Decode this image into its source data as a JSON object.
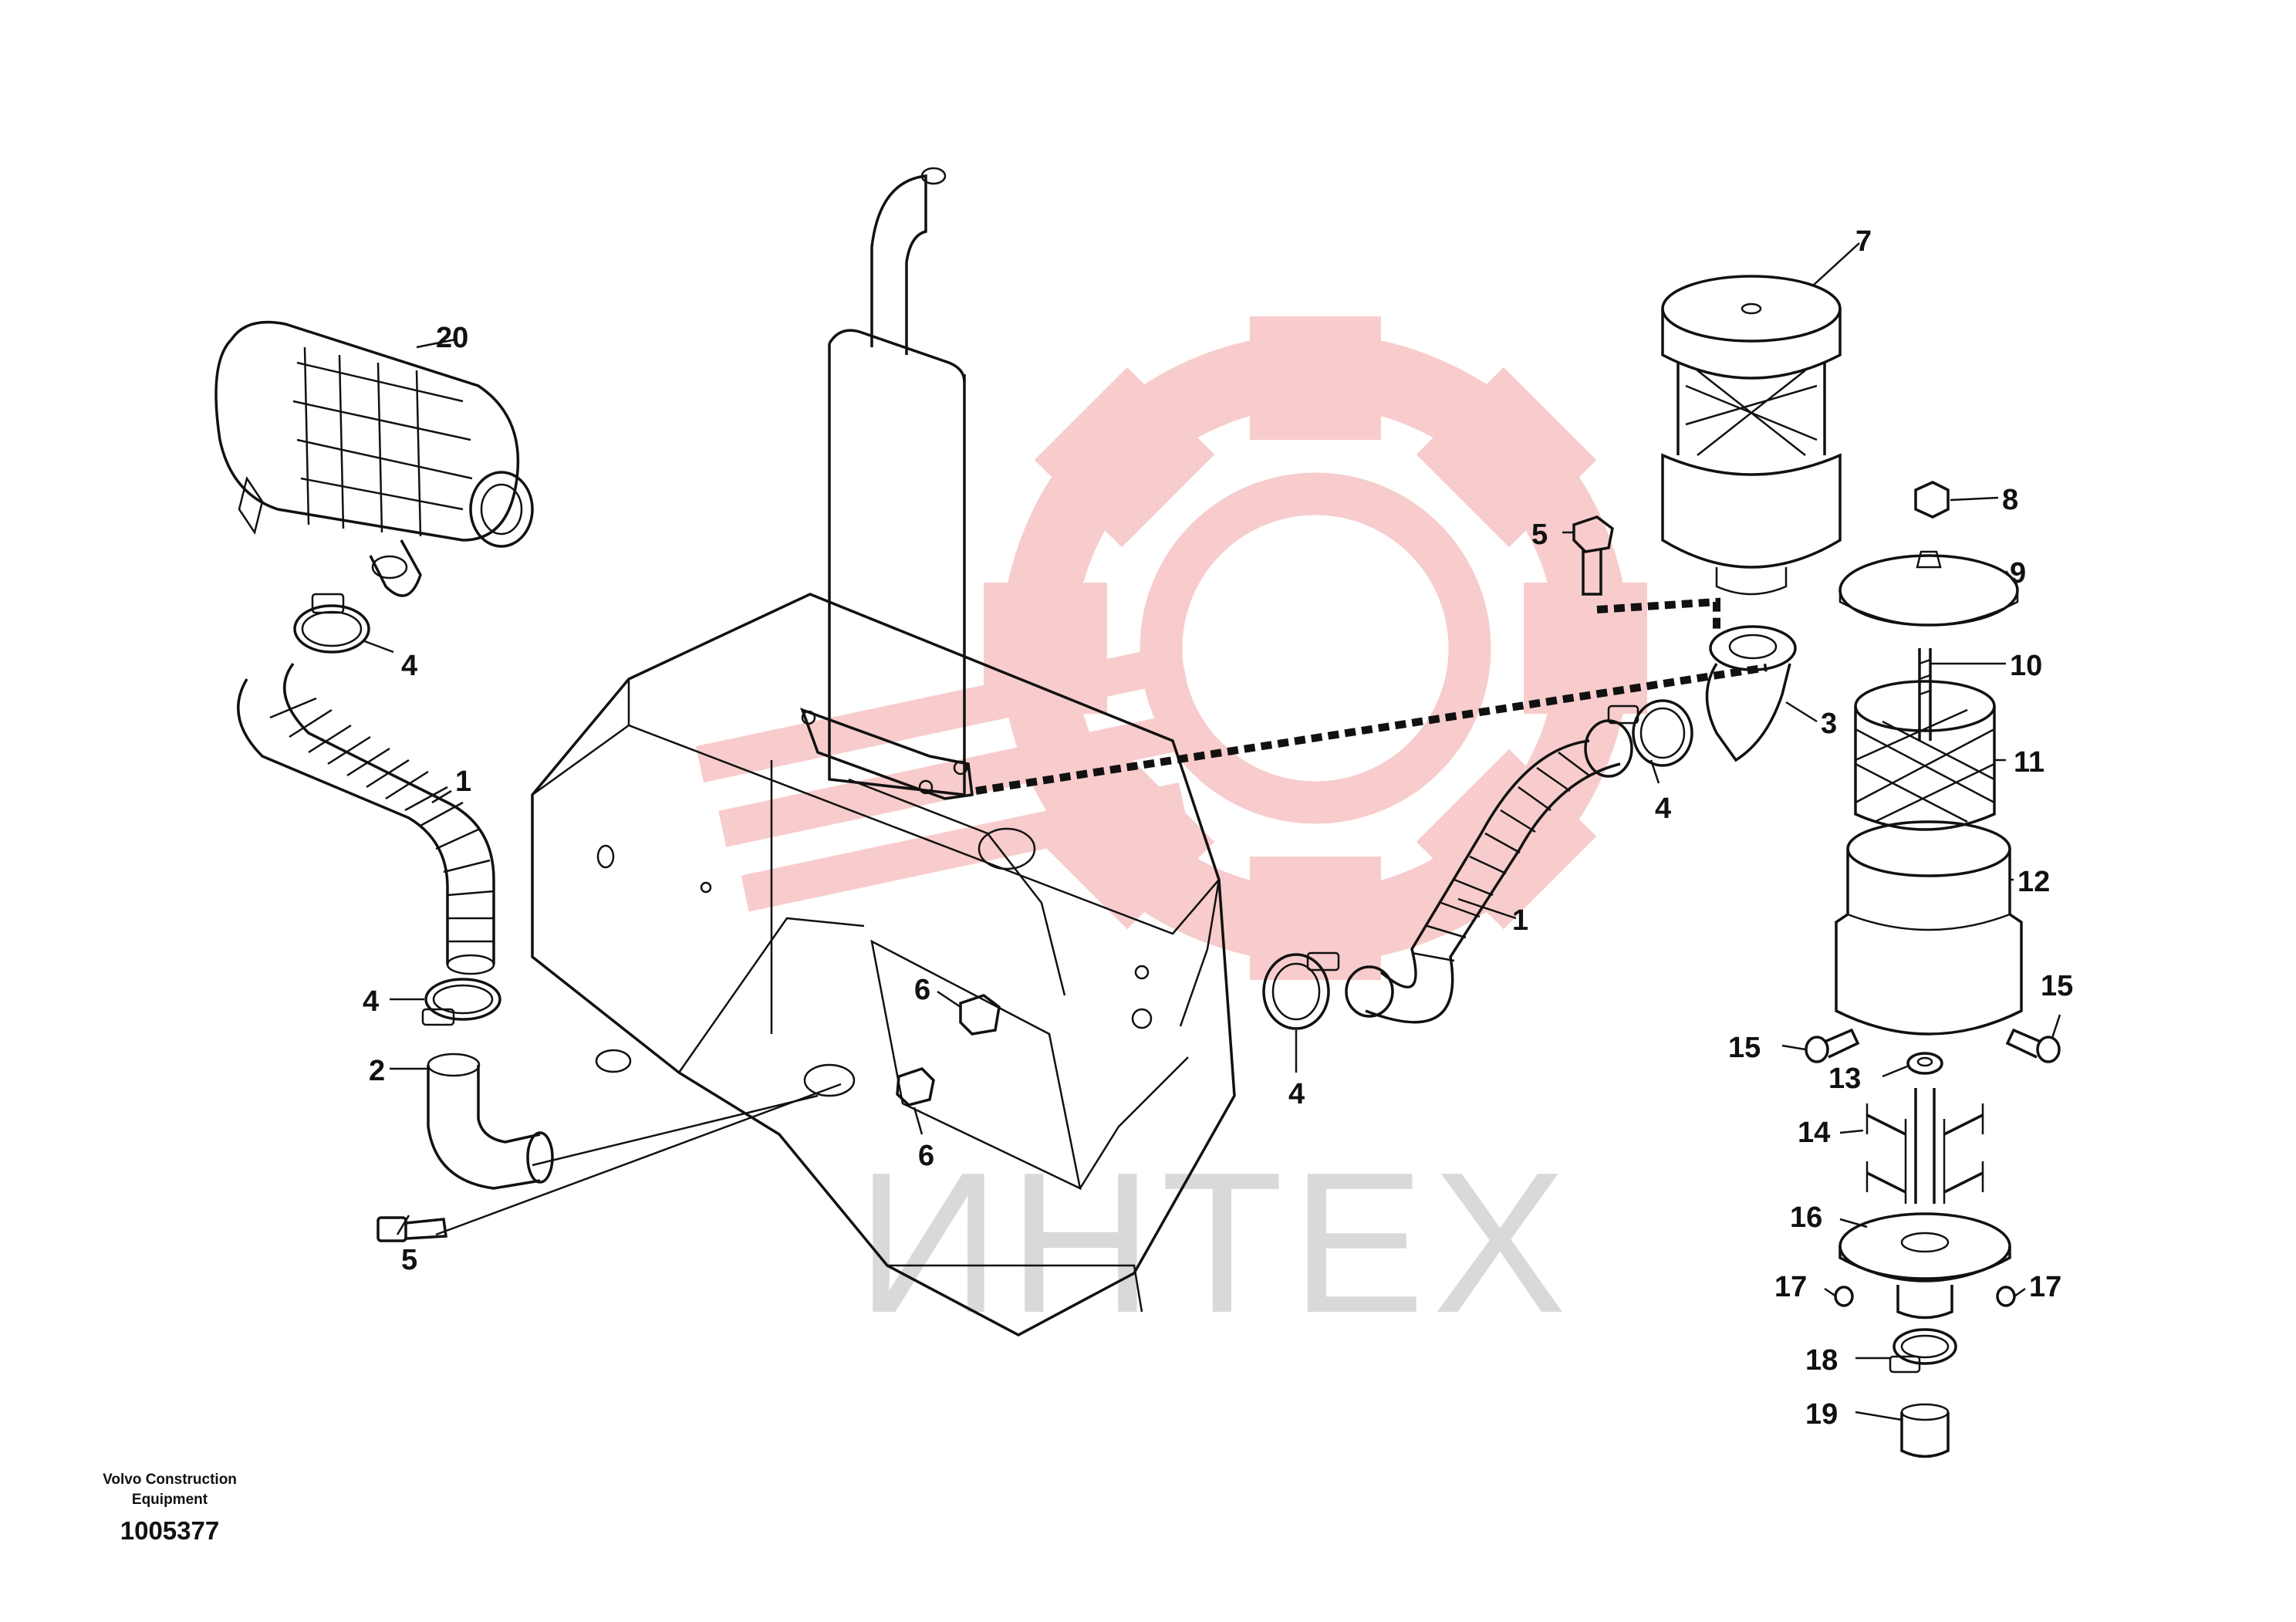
{
  "diagram": {
    "watermark_text": "ИНТЕХ",
    "watermark_color": "#f3b6b6",
    "callouts": {
      "c20": "20",
      "c4a": "4",
      "c1a": "1",
      "c4b": "4",
      "c2": "2",
      "c5a": "5",
      "c6a": "6",
      "c6b": "6",
      "c5b": "5",
      "c7": "7",
      "c8": "8",
      "c9": "9",
      "c10": "10",
      "c3": "3",
      "c4c": "4",
      "c11": "11",
      "c1b": "1",
      "c12": "12",
      "c4d": "4",
      "c15a": "15",
      "c15b": "15",
      "c13": "13",
      "c14": "14",
      "c16": "16",
      "c17a": "17",
      "c17b": "17",
      "c18": "18",
      "c19": "19"
    }
  },
  "footer": {
    "company": "Volvo Construction Equipment",
    "drawing_number": "1005377"
  }
}
